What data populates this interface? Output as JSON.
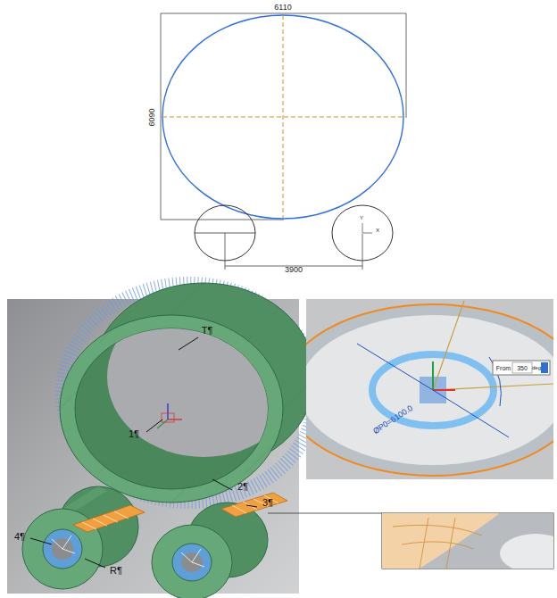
{
  "diagram": {
    "labels": [
      "6110",
      "6090",
      "3900",
      "Y",
      "X",
      "T¶",
      "1¶",
      "2¶",
      "3¶",
      "4¶",
      "R¶",
      "ØP0=6100.0",
      "From",
      "350",
      "deg"
    ]
  }
}
